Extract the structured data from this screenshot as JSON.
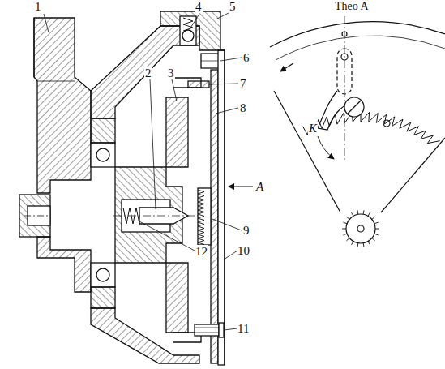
{
  "diagram": {
    "labels": [
      "Theo A",
      "1",
      "2",
      "3",
      "4",
      "5",
      "6",
      "7",
      "8",
      "9",
      "10",
      "11",
      "12",
      "A",
      "K"
    ]
  }
}
